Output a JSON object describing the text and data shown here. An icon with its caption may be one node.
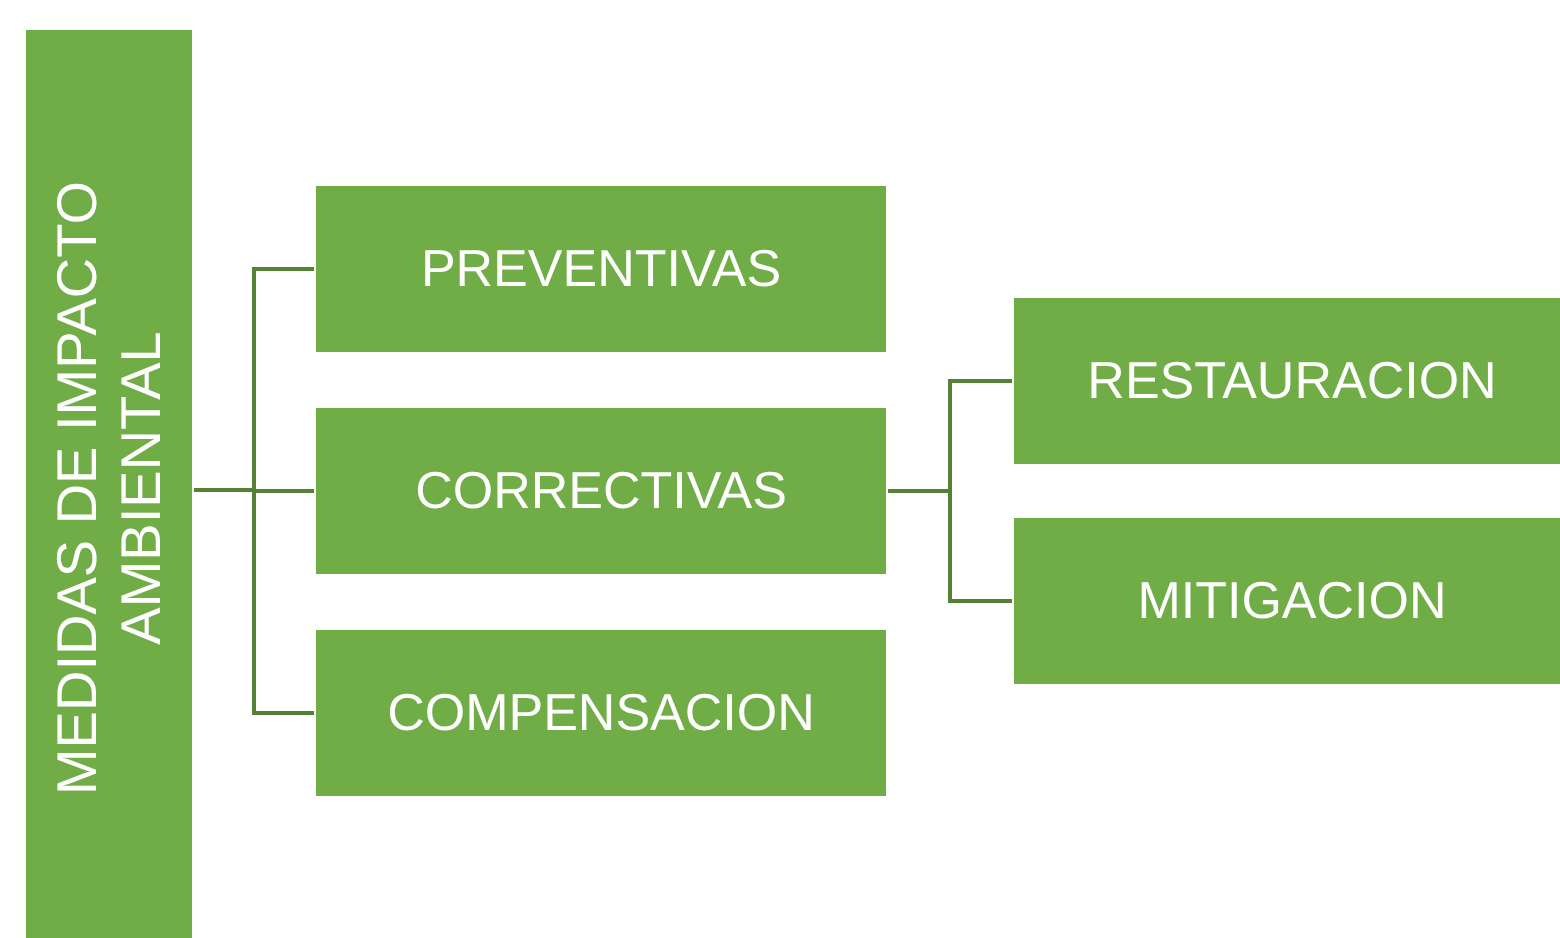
{
  "diagram": {
    "nodes": [
      {
        "text": [
          "MEDIDAS DE IMPACTO AMBIENTAL"
        ]
      },
      {
        "text": [
          "PREVENTIVAS"
        ]
      },
      {
        "text": [
          "CORRECTIVAS"
        ]
      },
      {
        "text": [
          "COMPENSACION"
        ]
      },
      {
        "text": [
          "RESTAURACION"
        ]
      },
      {
        "text": [
          "MITIGACION"
        ]
      }
    ],
    "edges": [
      {
        "from": 0,
        "to": 1,
        "arrow": "none"
      },
      {
        "from": 0,
        "to": 2,
        "arrow": "none"
      },
      {
        "from": 0,
        "to": 3,
        "arrow": "none"
      },
      {
        "from": 2,
        "to": 4,
        "arrow": "none"
      },
      {
        "from": 2,
        "to": 5,
        "arrow": "none"
      }
    ]
  }
}
